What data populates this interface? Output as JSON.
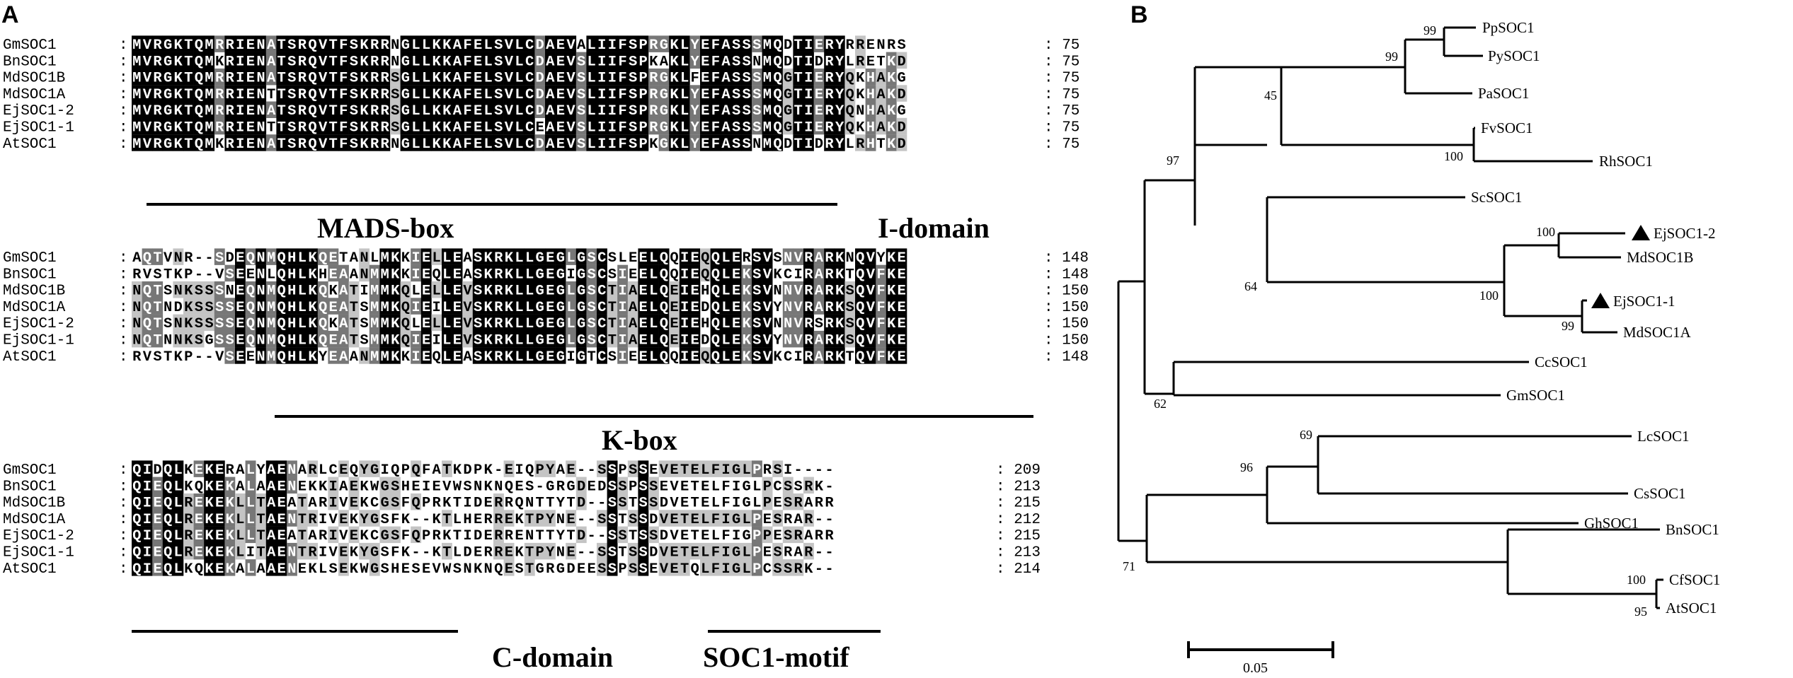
{
  "panel_a": {
    "letter": "A",
    "blocks": [
      {
        "rows": [
          {
            "name": "GmSOC1",
            "seq": "MVRGKTQMRRIENATSRQVTFSKRRNGLLKKAFELSVLCDAEVALIIFSPRGKLYEFASSSMQDTIERYRRENRS",
            "end": "75"
          },
          {
            "name": "BnSOC1",
            "seq": "MVRGKTQMKRIENATSRQVTFSKRRNGLLKKAFELSVLCDAEVSLIIFSPKAKLYEFASSNMQDTIDRYLRETKD",
            "end": "75"
          },
          {
            "name": "MdSOC1B",
            "seq": "MVRGKTQMRRIENATSRQVTFSKRRSGLLKKAFELSVLCDAEVSLIIFSPRGKLFEFASSSMQGTIERYQKHAKG",
            "end": "75"
          },
          {
            "name": "MdSOC1A",
            "seq": "MVRGKTQMRRIENTTSRQVTFSKRRSGLLKKAFELSVLCDAEVSLIIFSPRGKLYEFASSSMQGTIERYQKHAKD",
            "end": "75"
          },
          {
            "name": "EjSOC1-2",
            "seq": "MVRGKTQMRRIENATSRQVTFSKRRSGLLKKAFELSVLCDAEVSLIIFSPRGKLYEFASSSMQGTIERYQNHAKG",
            "end": "75"
          },
          {
            "name": "EjSOC1-1",
            "seq": "MVRGKTQMRRIENTTSRQVTFSKRRSGLLKKAFELSVLCEAEVSLIIFSPRGKLYEFASSSMQGTIERYQKHAKD",
            "end": "75"
          },
          {
            "name": "AtSOC1",
            "seq": "MVRGKTQMKRIENATSRQVTFSKRRNGLLKKAFELSVLCDAEVSLIIFSPKGKLYEFASSNMQDTIDRYLRHTKD",
            "end": "75"
          }
        ]
      },
      {
        "rows": [
          {
            "name": "GmSOC1",
            "seq": "AQTVNR--SDEQNMQHLKQETANLMKKIELLEASKRKLLGEGLGSCSLEELQQIEQQLERSVSNVRARKNQVYKE",
            "end": "148"
          },
          {
            "name": "BnSOC1",
            "seq": "RVSTKP--VSEENLQHLKHEAANMMKKIEQLEASKRKLLGEGIGSCSIEELQQIEQQLEKSVKCIRARKTQVFKE",
            "end": "148"
          },
          {
            "name": "MdSOC1B",
            "seq": "NQTSNKSSSNEQNMQHLKQKATIMMKQLELLEVSKRKLLGEGLGSCTIAELQEIEHQLEKSVNNVRARKSQVFKE",
            "end": "150"
          },
          {
            "name": "MdSOC1A",
            "seq": "NQTNDKSSSSEQNMQHLKQEATSMMKQIEILEVSKRKLLGEGLGSCTIAELQEIEDQLEKSVYNVRARKSQVFKE",
            "end": "150"
          },
          {
            "name": "EjSOC1-2",
            "seq": "NQTSNKSSSSEQNMQHLKQKATSMMKQLELLEVSKRKLLGEGLGSCTIAELQEIEHQLEKSVNNVRSRKSQVFKE",
            "end": "150"
          },
          {
            "name": "EjSOC1-1",
            "seq": "NQTNNKSGSSEQNMQHLKQEATSMMKQIEILEVSKRKLLGEGLGSCTIAELQEIEDQLEKSVYNVRARKSQVFKE",
            "end": "150"
          },
          {
            "name": "AtSOC1",
            "seq": "RVSTKP--VSEENMQHLKYEAANMMKKIEQLEASKRKLLGEGIGTCSIEELQQIEQQLEKSVKCIRARKTQVFKE",
            "end": "148"
          }
        ]
      },
      {
        "rows": [
          {
            "name": "GmSOC1",
            "seq": "QIDQLKEKERALYAENARLCEQYGIQPQFATKDPK-EIQPYAE--SSPSSEVETELFIGLPRSI---",
            "end": "209"
          },
          {
            "name": "BnSOC1",
            "seq": "QIEQLKQKEKALAAENEKKIAEKWGSHEIEVWSNKNQES-GRGDEDSSPSSEVETELFIGLPCSSRK-",
            "end": "213"
          },
          {
            "name": "MdSOC1B",
            "seq": "QIEQLREKEKLLTAEATARIVEKCGSFQPRKTIDERRQNTTYTD--SSTSSDVETELFIGLPESRARR",
            "end": "215"
          },
          {
            "name": "MdSOC1A",
            "seq": "QIEQLREKEKLLTAENTRIVEKYGSFK--KTLHERREKTPYNE--SSTSSDVETELFIGLPESRAR-",
            "end": "212"
          },
          {
            "name": "EjSOC1-2",
            "seq": "QIEQLREKEKLLTAEATARIVEKCGSFQPRKTIDERRENTTYTD--SSTSSDVETELFIGPPESRARR",
            "end": "215"
          },
          {
            "name": "EjSOC1-1",
            "seq": "QIEQLREKEKLITAENTRIVEKYGSFK--KTLDERREKTPYNE--SSTSSDVETELFIGLPESRAR-",
            "end": "213"
          },
          {
            "name": "AtSOC1",
            "seq": "QIEQLKQKEKALAAENEKLSEKWGSHESEVWSNKNQESTGRGDEESSPSSEVETQLFIGLPCSSRK-",
            "end": "214"
          }
        ]
      }
    ],
    "domains": [
      "MADS-box",
      "I-domain",
      "K-box",
      "C-domain",
      "SOC1-motif"
    ]
  },
  "panel_b": {
    "letter": "B",
    "taxa": [
      "PpSOC1",
      "PySOC1",
      "PaSOC1",
      "FvSOC1",
      "RhSOC1",
      "ScSOC1",
      "EjSOC1-2",
      "MdSOC1B",
      "EjSOC1-1",
      "MdSOC1A",
      "CcSOC1",
      "GmSOC1",
      "LcSOC1",
      "CsSOC1",
      "GhSOC1",
      "BnSOC1",
      "CfSOC1",
      "AtSOC1"
    ],
    "bootstrap": [
      "99",
      "99",
      "45",
      "100",
      "97",
      "100",
      "100",
      "99",
      "64",
      "62",
      "69",
      "96",
      "100",
      "95",
      "71"
    ],
    "highlighted_taxa": [
      "EjSOC1-2",
      "EjSOC1-1"
    ],
    "scale_bar": "0.05"
  }
}
